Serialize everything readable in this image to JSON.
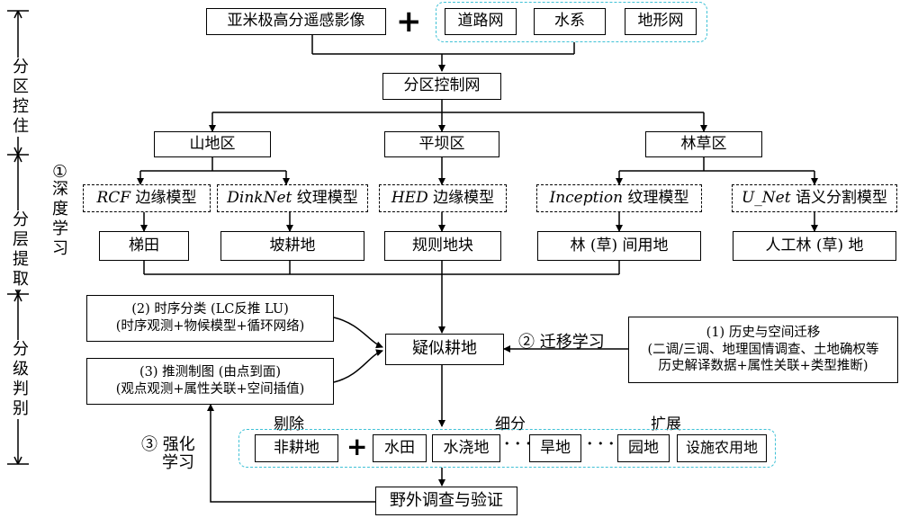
{
  "top": {
    "imagery": "亚米极高分遥感影像",
    "plus": "+",
    "inputs": [
      "道路网",
      "水系",
      "地形网"
    ]
  },
  "partition_net": "分区控制网",
  "zones": [
    "山地区",
    "平坝区",
    "林草区"
  ],
  "models": [
    {
      "name": "RCF",
      "suffix": " 边缘模型"
    },
    {
      "name": "DinkNet",
      "suffix": " 纹理模型"
    },
    {
      "name": "HED",
      "suffix": " 边缘模型"
    },
    {
      "name": "Inception",
      "suffix": " 纹理模型"
    },
    {
      "name": "U_Net",
      "suffix": " 语义分割模型"
    }
  ],
  "landtypes": [
    "梯田",
    "坡耕地",
    "规则地块",
    "林 (草) 间用地",
    "人工林 (草) 地"
  ],
  "suspected": "疑似耕地",
  "left_boxes": {
    "timeseries": {
      "line1": "(2) 时序分类 (LC反推 LU)",
      "line2": "(时序观测+物候模型+循环网络)"
    },
    "inference": {
      "line1": "(3) 推测制图 (由点到面)",
      "line2": "(观点观测+属性关联+空间插值)"
    }
  },
  "right_box": {
    "line1": "(1) 历史与空间迁移",
    "line2": "(二调/三调、地理国情调查、土地确权等",
    "line3": "历史解译数据+属性关联+类型推断)"
  },
  "labels": {
    "transfer": "② 迁移学习",
    "deep_num": "①",
    "deep": "深度学习",
    "reinforce_num": "③ 强化",
    "reinforce": "学习",
    "remove": "剔除",
    "subdivide": "细分",
    "extend": "扩展"
  },
  "bottom_types": [
    "非耕地",
    "水田",
    "水浇地",
    "旱地",
    "园地",
    "设施农用地"
  ],
  "bottom_plus": "+",
  "ellipsis": "• • •",
  "field": "野外调查与验证",
  "stages": [
    "分区控住",
    "分层提取",
    "分级判别"
  ]
}
